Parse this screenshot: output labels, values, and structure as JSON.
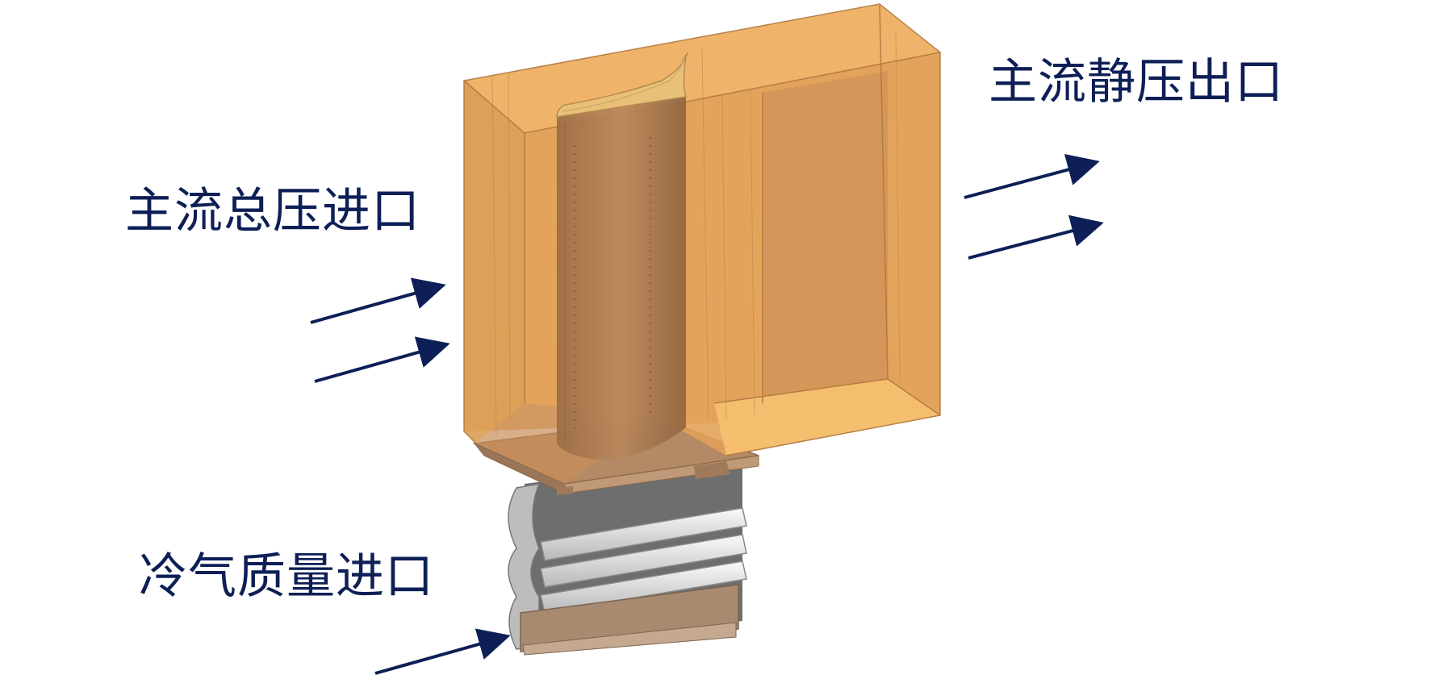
{
  "labels": {
    "mainstream_static_pressure_outlet": "主流静压出口",
    "mainstream_total_pressure_inlet": "主流总压进口",
    "coolant_mass_flow_inlet": "冷气质量进口"
  },
  "colors": {
    "label_text": "#0d1f56",
    "arrow": "#0d1f56",
    "domain_fill": "#e8a85a",
    "domain_light": "#f5c070",
    "domain_dark": "#c8894a",
    "blade_fill": "#a8774e",
    "root_dark": "#6b6b6b",
    "root_light": "#d9d9d9",
    "root_base": "#a88a70"
  }
}
